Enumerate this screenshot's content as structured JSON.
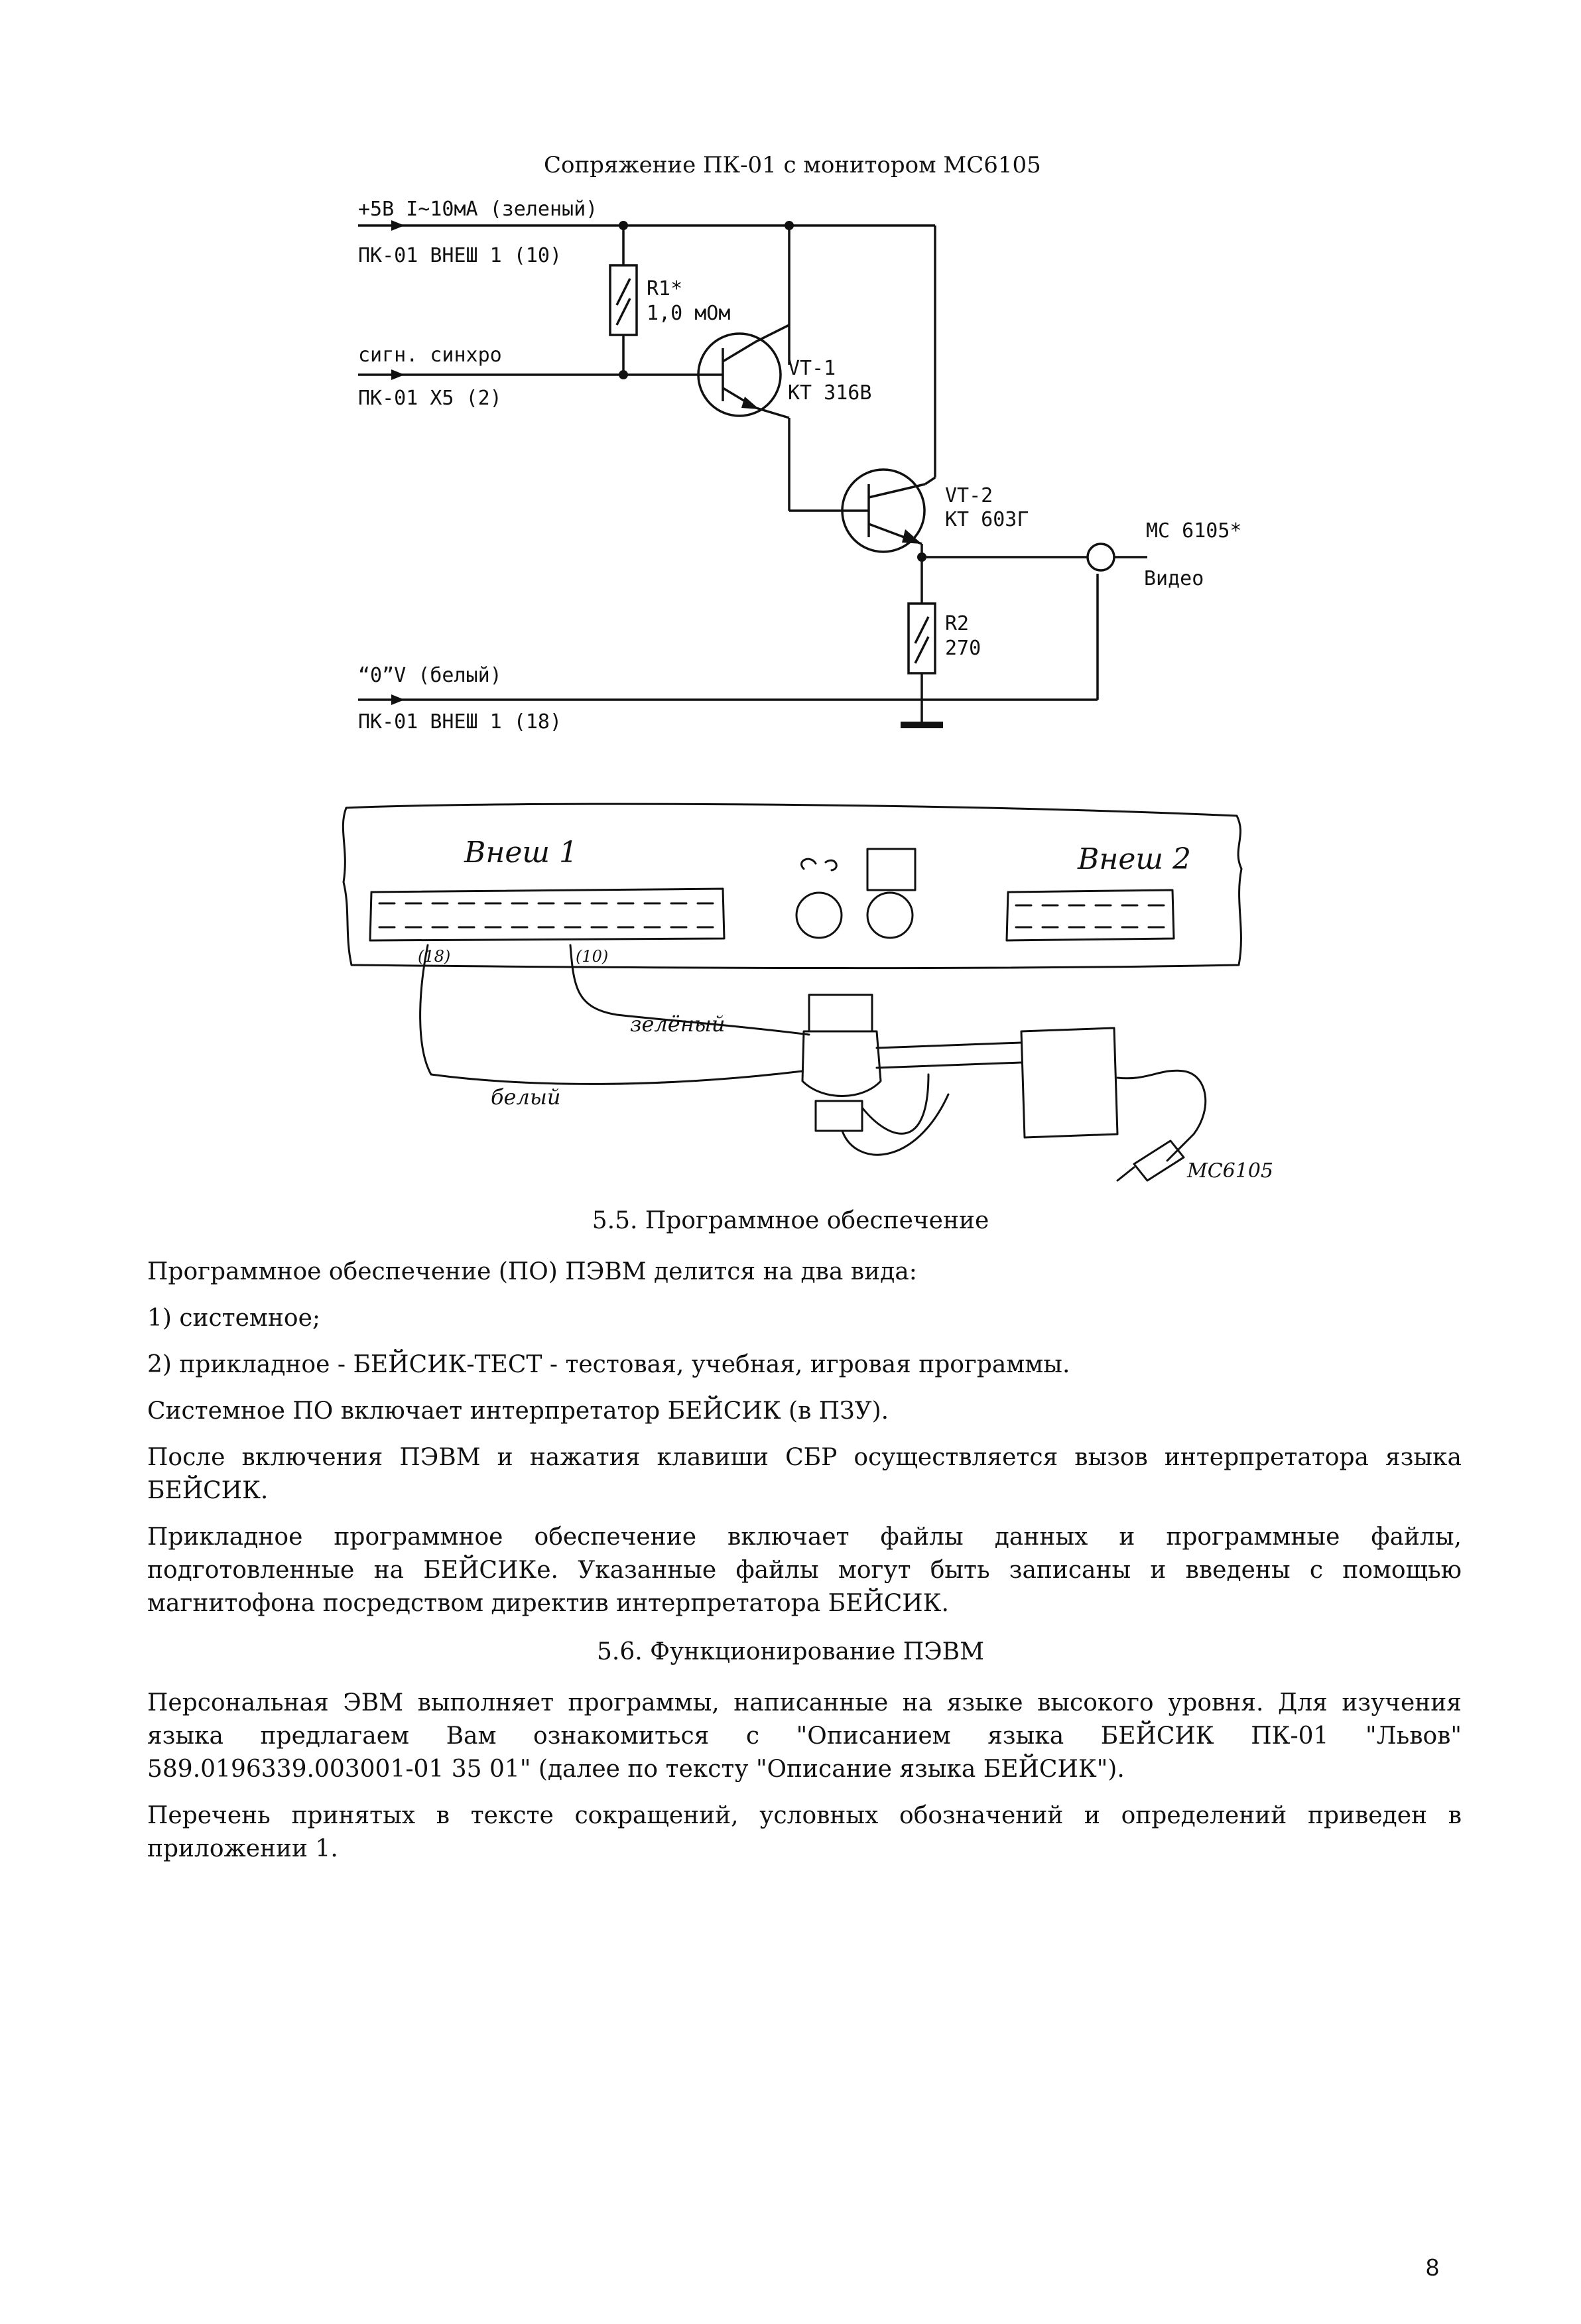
{
  "schematic": {
    "title": "Сопряжение ПК-01 с монитором МС6105",
    "input_power": "+5В I~10мА  (зеленый)",
    "input_power_pin": "ПК-01 ВНЕШ 1 (10)",
    "input_sync": "сигн. синхро",
    "input_sync_pin": "ПК-01 Х5 (2)",
    "input_ground": "“0”V  (белый)",
    "input_ground_pin": "ПК-01 ВНЕШ 1 (18)",
    "r1_name": "R1*",
    "r1_value": "1,0 мОм",
    "vt1_name": "VT-1",
    "vt1_type": "КТ 316В",
    "vt2_name": "VT-2",
    "vt2_type": "КТ 603Г",
    "r2_name": "R2",
    "r2_value": "270",
    "output_device": "МС 6105*",
    "output_signal": "Видео"
  },
  "hand_drawing": {
    "connector1": "Внеш 1",
    "connector2": "Внеш 2",
    "pin_18": "(18)",
    "pin_10": "(10)",
    "wire_green": "зелёный",
    "wire_white": "белый",
    "monitor": "МС6105"
  },
  "section_5_5": {
    "title": "5.5. Программное обеспечение",
    "paragraphs": [
      "Программное обеспечение (ПО) ПЭВМ делится на два вида:",
      "1) системное;",
      "2) прикладное - БЕЙСИК-ТЕСТ - тестовая, учебная, игровая программы.",
      "Системное ПО включает интерпретатор БЕЙСИК (в ПЗУ).",
      "После включения ПЭВМ и нажатия клавиши СБР осуществляется вызов интерпретатора языка БЕЙСИК.",
      "Прикладное программное обеспечение включает файлы данных и программные файлы, подготовленные на БЕЙСИКе. Указанные файлы могут быть записаны и введены с помощью магнитофона посредством директив интерпретатора БЕЙСИК."
    ]
  },
  "section_5_6": {
    "title": "5.6. Функционирование ПЭВМ",
    "paragraphs": [
      "Персональная ЭВМ выполняет программы, написанные на языке высокого уровня. Для изучения языка предлагаем Вам ознакомиться с \"Описанием языка БЕЙСИК ПК-01 \"Львов\" 589.0196339.003001-01 35 01\" (далее по тексту \"Описание языка БЕЙСИК\").",
      "Перечень принятых в тексте сокращений, условных обозначений и определений приведен в приложении 1."
    ]
  },
  "page_number": "8"
}
